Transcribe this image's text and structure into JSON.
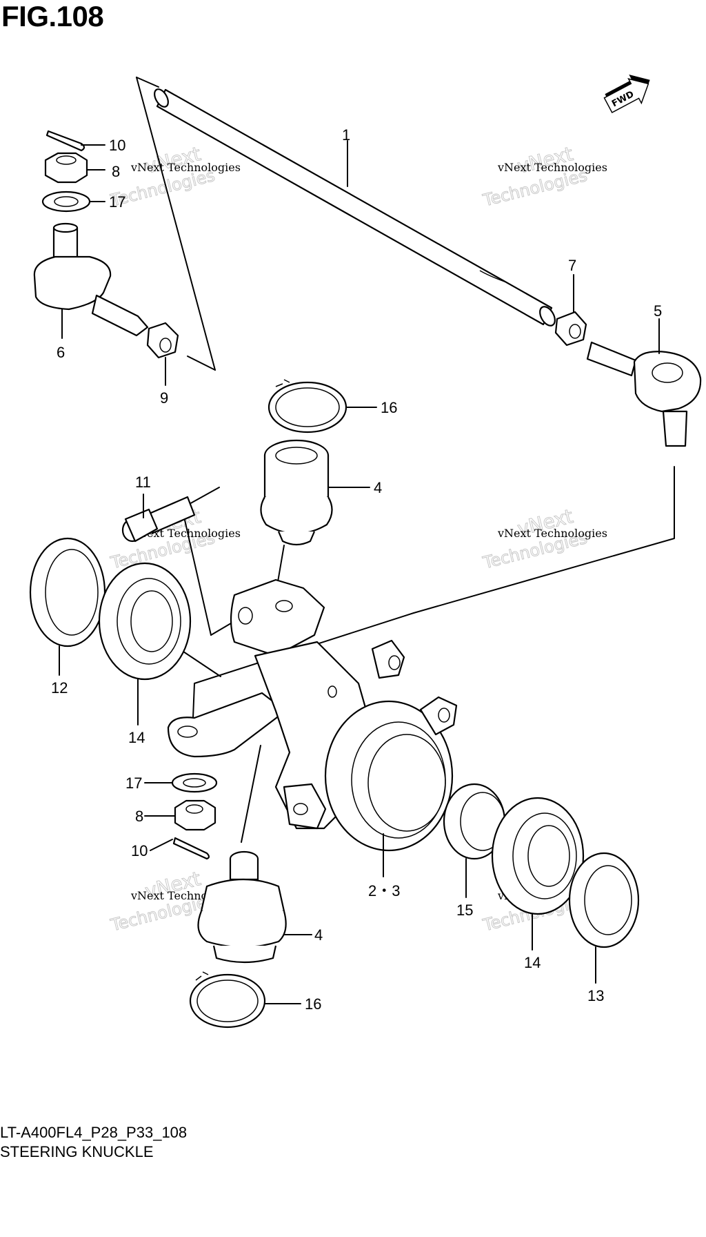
{
  "figure": {
    "title": "FIG.108",
    "code": "LT-A400FL4_P28_P33_108",
    "name": "STEERING KNUCKLE",
    "fwd_badge": "FWD"
  },
  "callouts": [
    {
      "id": "1",
      "part": "tie-rod"
    },
    {
      "id": "10",
      "part": "cotter-pin-top"
    },
    {
      "id": "8",
      "part": "castle-nut-top"
    },
    {
      "id": "17",
      "part": "washer-top"
    },
    {
      "id": "6",
      "part": "tie-rod-end-left"
    },
    {
      "id": "9",
      "part": "lock-nut-9"
    },
    {
      "id": "7",
      "part": "lock-nut-7"
    },
    {
      "id": "5",
      "part": "tie-rod-end-right"
    },
    {
      "id": "16",
      "part": "circlip-top"
    },
    {
      "id": "4",
      "part": "ball-joint-top"
    },
    {
      "id": "11",
      "part": "bolt-11"
    },
    {
      "id": "12",
      "part": "oil-seal-12"
    },
    {
      "id": "14",
      "part": "bearing-left"
    },
    {
      "id": "17",
      "part": "washer-bottom"
    },
    {
      "id": "8",
      "part": "nut-bottom"
    },
    {
      "id": "10",
      "part": "cotter-pin-bottom"
    },
    {
      "id": "2・3",
      "part": "steering-knuckle"
    },
    {
      "id": "15",
      "part": "spacer-15"
    },
    {
      "id": "14",
      "part": "bearing-right"
    },
    {
      "id": "13",
      "part": "oil-seal-13"
    },
    {
      "id": "4",
      "part": "ball-joint-bottom"
    },
    {
      "id": "16",
      "part": "circlip-bottom"
    }
  ],
  "watermark": {
    "line1": "vNext Technologies",
    "line2": "vNext",
    "line3": "Technologies"
  }
}
